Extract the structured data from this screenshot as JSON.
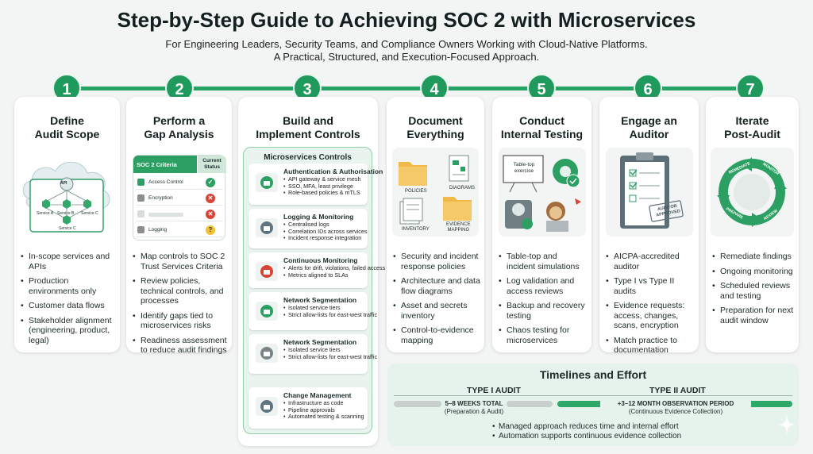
{
  "header": {
    "title": "Step-by-Step Guide to Achieving SOC 2 with Microservices",
    "subtitle_line1": "For Engineering Leaders, Security Teams, and Compliance Owners Working with Cloud-Native Platforms.",
    "subtitle_line2": "A Practical, Structured, and Execution-Focused Approach."
  },
  "colors": {
    "accent": "#1f9a5c",
    "accent_light": "#e6f3ec",
    "card": "#ffffff",
    "text": "#1c2b2a"
  },
  "steps": [
    {
      "number": "1",
      "title_line1": "Define",
      "title_line2": "Audit Scope",
      "illustration": {
        "api": "API",
        "service_a": "Service A",
        "service_b": "Service B",
        "service_c": "Service C",
        "service_c2": "Service C"
      },
      "bullets": [
        "In-scope services and APIs",
        "Production environments only",
        "Customer data flows",
        "Stakeholder alignment (engineering, product, legal)"
      ]
    },
    {
      "number": "2",
      "title_line1": "Perform a",
      "title_line2": "Gap Analysis",
      "table": {
        "col1": "SOC 2 Criteria",
        "col2": "Current Status",
        "rows": [
          {
            "label": "Access Control",
            "status": "ok",
            "icon": "shield-icon"
          },
          {
            "label": "Encryption",
            "status": "fail",
            "icon": "lock-icon"
          },
          {
            "label": "",
            "status": "fail",
            "icon": "blank-icon"
          },
          {
            "label": "Logging",
            "status": "warn",
            "icon": "log-icon"
          }
        ]
      },
      "bullets": [
        "Map controls to SOC 2 Trust Services Criteria",
        "Review policies, technical controls, and processes",
        "Identify gaps tied to microservices risks",
        "Readiness assessment to reduce audit findings"
      ]
    },
    {
      "number": "3",
      "title_line1": "Build and",
      "title_line2": "Implement Controls",
      "panel_title": "Microservices Controls",
      "items": [
        {
          "title": "Authentication & Authorisation",
          "icon": "lock-api-icon",
          "bullets": [
            "API gateway & service mesh",
            "SSO, MFA, least privilege",
            "Role-based policies & mTLS"
          ]
        },
        {
          "title": "Logging & Monitoring",
          "icon": "server-search-icon",
          "bullets": [
            "Centralised logs",
            "Correlation IDs across services",
            "Incident response integration"
          ]
        },
        {
          "title": "Continuous Monitoring",
          "icon": "alert-monitor-icon",
          "bullets": [
            "Alerts for drift, violations, failed access",
            "Metrics aligned to SLAs"
          ]
        },
        {
          "title": "Network Segmentation",
          "icon": "network-icon",
          "bullets": [
            "Isolated service tiers",
            "Strict allow-lists for east-west traffic"
          ]
        },
        {
          "title": "Network Segmentation",
          "icon": "barrier-icon",
          "bullets": [
            "Isolated service tiers",
            "Strict allow-lists for east-west traffic"
          ]
        },
        {
          "title": "Change Management",
          "icon": "code-checklist-icon",
          "bullets": [
            "Infrastructure as code",
            "Pipeline approvals",
            "Automated testing & scanning"
          ]
        }
      ]
    },
    {
      "number": "4",
      "title_line1": "Document",
      "title_line2": "Everything",
      "illustration": {
        "policies": "POLICIES",
        "diagrams": "DIAGRAMS",
        "inventory": "INVENTORY",
        "evidence1": "EVIDENCE",
        "evidence2": "MAPPING"
      },
      "bullets": [
        "Security and incident response policies",
        "Architecture and data flow diagrams",
        "Asset and secrets inventory",
        "Control-to-evidence mapping"
      ]
    },
    {
      "number": "5",
      "title_line1": "Conduct",
      "title_line2": "Internal Testing",
      "illustration": {
        "board1": "Table-top",
        "board2": "exercise"
      },
      "bullets": [
        "Table-top and incident simulations",
        "Log validation and access reviews",
        "Backup and recovery testing",
        "Chaos testing for microservices"
      ]
    },
    {
      "number": "6",
      "title_line1": "Engage an",
      "title_line2": "Auditor",
      "illustration": {
        "stamp1": "AUDITOR",
        "stamp2": "APPROVED"
      },
      "bullets": [
        "AICPA-accredited auditor",
        "Type I vs Type II audits",
        "Evidence requests: access, changes, scans, encryption",
        "Match practice to documentation"
      ]
    },
    {
      "number": "7",
      "title_line1": "Iterate",
      "title_line2": "Post-Audit",
      "illustration": {
        "a1": "REMEDIATE",
        "a2": "MONITOR",
        "a3": "PREPARE",
        "a4": "REVIEW"
      },
      "bullets": [
        "Remediate findings",
        "Ongoing monitoring",
        "Scheduled reviews and testing",
        "Preparation for next audit window"
      ]
    }
  ],
  "timeline": {
    "title": "Timelines and Effort",
    "type1": "TYPE I AUDIT",
    "type2": "TYPE II AUDIT",
    "type1_duration": "5–8 WEEKS TOTAL",
    "type1_note": "(Preparation & Audit)",
    "type2_duration": "+3–12 MONTH OBSERVATION PERIOD",
    "type2_note": "(Continuous Evidence Collection)",
    "notes": [
      "Managed approach reduces time and internal effort",
      "Automation supports continuous evidence collection"
    ]
  }
}
